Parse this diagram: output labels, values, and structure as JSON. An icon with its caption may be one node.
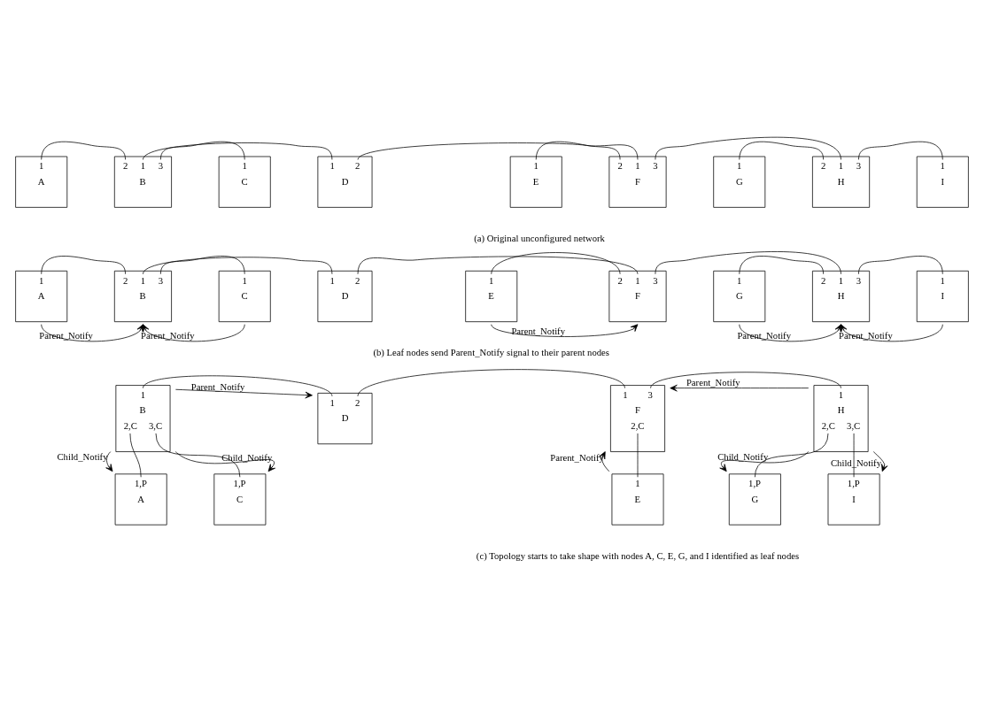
{
  "diagram": {
    "nodes": [
      {
        "text": [
          "1",
          "A"
        ]
      },
      {
        "text": [
          "2",
          "1",
          "3",
          "B"
        ]
      },
      {
        "text": [
          "1",
          "C"
        ]
      },
      {
        "text": [
          "1",
          "2",
          "D"
        ]
      },
      {
        "text": [
          "1",
          "E"
        ]
      },
      {
        "text": [
          "2",
          "1",
          "3",
          "F"
        ]
      },
      {
        "text": [
          "1",
          "G"
        ]
      },
      {
        "text": [
          "2",
          "1",
          "3",
          "H"
        ]
      },
      {
        "text": [
          "1",
          "I"
        ]
      },
      {
        "text": [
          "1",
          "A"
        ]
      },
      {
        "text": [
          "2",
          "1",
          "3",
          "B"
        ]
      },
      {
        "text": [
          "1",
          "C"
        ]
      },
      {
        "text": [
          "1",
          "2",
          "D"
        ]
      },
      {
        "text": [
          "1",
          "E"
        ]
      },
      {
        "text": [
          "2",
          "1",
          "3",
          "F"
        ]
      },
      {
        "text": [
          "1",
          "G"
        ]
      },
      {
        "text": [
          "2",
          "1",
          "3",
          "H"
        ]
      },
      {
        "text": [
          "1",
          "I"
        ]
      },
      {
        "text": [
          "1",
          "B",
          "2,C",
          "3,C"
        ]
      },
      {
        "text": [
          "1",
          "2",
          "D"
        ]
      },
      {
        "text": [
          "1",
          "3",
          "F",
          "2,C"
        ]
      },
      {
        "text": [
          "1",
          "H",
          "2,C",
          "3,C"
        ]
      },
      {
        "text": [
          "1,P",
          "A"
        ]
      },
      {
        "text": [
          "1,P",
          "C"
        ]
      },
      {
        "text": [
          "1",
          "E"
        ]
      },
      {
        "text": [
          "1,P",
          "G"
        ]
      },
      {
        "text": [
          "1,P",
          "I"
        ]
      }
    ],
    "edges": [
      {
        "from": 0,
        "to": 1,
        "arrow": "none"
      },
      {
        "from": 1,
        "to": 3,
        "arrow": "none"
      },
      {
        "from": 1,
        "to": 2,
        "arrow": "none"
      },
      {
        "from": 3,
        "to": 5,
        "arrow": "none"
      },
      {
        "from": 4,
        "to": 5,
        "arrow": "none"
      },
      {
        "from": 5,
        "to": 7,
        "arrow": "none"
      },
      {
        "from": 6,
        "to": 7,
        "arrow": "none"
      },
      {
        "from": 7,
        "to": 8,
        "arrow": "none"
      },
      {
        "from": 9,
        "to": 10,
        "arrow": "none"
      },
      {
        "from": 10,
        "to": 12,
        "arrow": "none"
      },
      {
        "from": 10,
        "to": 11,
        "arrow": "none"
      },
      {
        "from": 12,
        "to": 14,
        "arrow": "none"
      },
      {
        "from": 13,
        "to": 14,
        "arrow": "none"
      },
      {
        "from": 14,
        "to": 16,
        "arrow": "none"
      },
      {
        "from": 15,
        "to": 16,
        "arrow": "none"
      },
      {
        "from": 16,
        "to": 17,
        "arrow": "none"
      },
      {
        "from": 9,
        "to": 10,
        "arrow": "to",
        "label": "Parent_Notify"
      },
      {
        "from": 11,
        "to": 10,
        "arrow": "to",
        "label": "Parent_Notify"
      },
      {
        "from": 13,
        "to": 14,
        "arrow": "to",
        "label": "Parent_Notify"
      },
      {
        "from": 15,
        "to": 16,
        "arrow": "to",
        "label": "Parent_Notify"
      },
      {
        "from": 17,
        "to": 16,
        "arrow": "to",
        "label": "Parent_Notify"
      },
      {
        "from": 18,
        "to": 19,
        "arrow": "none"
      },
      {
        "from": 19,
        "to": 20,
        "arrow": "none"
      },
      {
        "from": 20,
        "to": 21,
        "arrow": "none"
      },
      {
        "from": 18,
        "to": 22,
        "arrow": "none"
      },
      {
        "from": 18,
        "to": 23,
        "arrow": "none"
      },
      {
        "from": 20,
        "to": 24,
        "arrow": "none"
      },
      {
        "from": 21,
        "to": 25,
        "arrow": "none"
      },
      {
        "from": 21,
        "to": 26,
        "arrow": "none"
      },
      {
        "from": 18,
        "to": 19,
        "arrow": "to",
        "label": "Parent_Notify"
      },
      {
        "from": 21,
        "to": 20,
        "arrow": "to",
        "label": "Parent_Notify"
      },
      {
        "from": 18,
        "to": 22,
        "arrow": "to",
        "label": "Child_Notify"
      },
      {
        "from": 18,
        "to": 23,
        "arrow": "to",
        "label": "Child_Notify"
      },
      {
        "from": 24,
        "to": 20,
        "arrow": "to",
        "label": "Parent_Notify"
      },
      {
        "from": 21,
        "to": 25,
        "arrow": "to",
        "label": "Child_Notify"
      },
      {
        "from": 21,
        "to": 26,
        "arrow": "to",
        "label": "Child_Notify"
      }
    ],
    "labels": [
      "(a) Original unconfigured network",
      "(b) Leaf nodes send Parent_Notify signal to their parent nodes",
      "(c) Topology starts to take shape with nodes A, C, E, G, and I identified as leaf nodes"
    ]
  }
}
